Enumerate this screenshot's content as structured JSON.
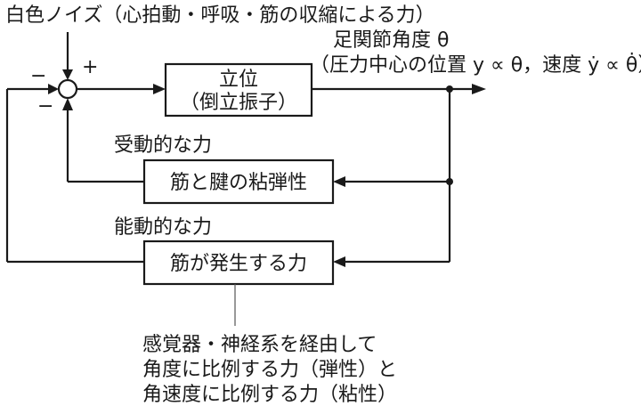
{
  "labels": {
    "noise": "白色ノイズ（心拍動・呼吸・筋の収縮による力）",
    "output_title": "足関節角度 θ",
    "output_detail": "（圧力中心の位置 y ∝ θ，速度 ẏ ∝ θ̇）",
    "sum_plus": "+",
    "sum_minus_left": "−",
    "sum_minus_bottom": "−",
    "passive_force": "受動的な力",
    "active_force": "能動的な力",
    "note_lines": [
      "感覚器・神経系を経由して",
      "角度に比例する力（弾性）と",
      "角速度に比例する力（粘性）"
    ]
  },
  "blocks": {
    "plant": {
      "line1": "立位",
      "line2": "（倒立振子）"
    },
    "passive": {
      "text": "筋と腱の粘弾性"
    },
    "active": {
      "text": "筋が発生する力"
    }
  }
}
